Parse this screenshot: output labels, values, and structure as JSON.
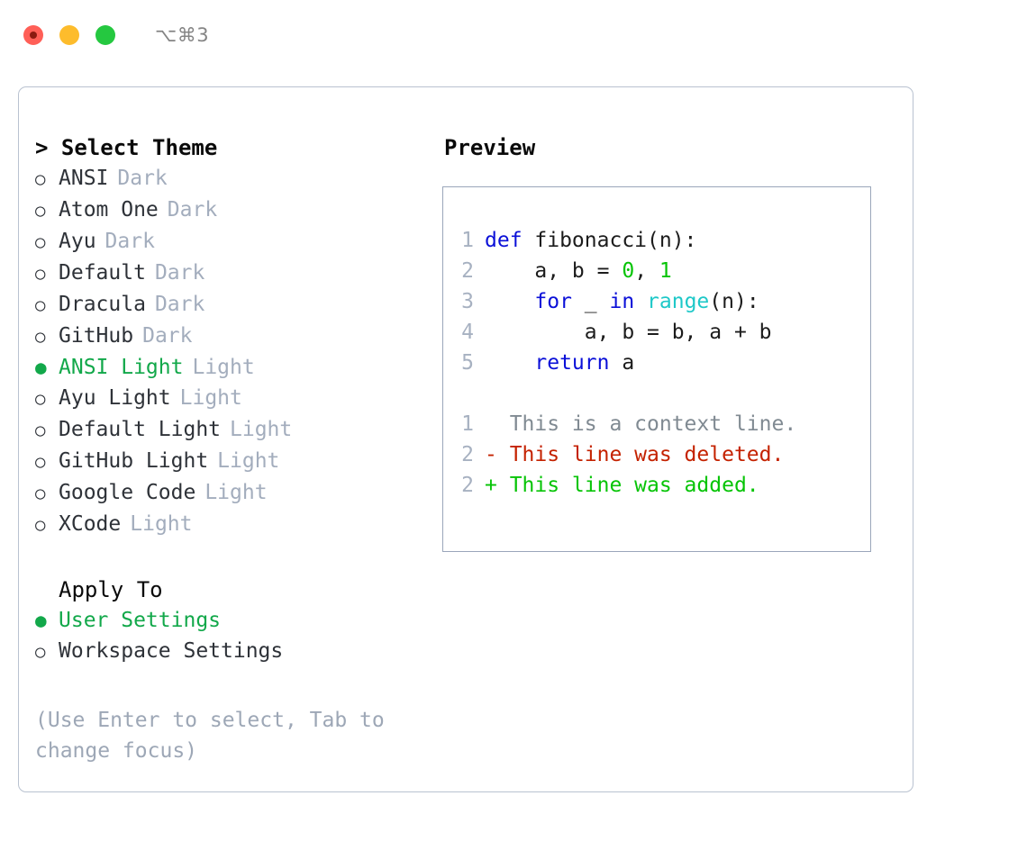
{
  "window": {
    "shortcut": "⌥⌘3",
    "traffic_lights": [
      "close",
      "minimize",
      "maximize"
    ],
    "colors": {
      "close": "#ff5f57",
      "minimize": "#fdbc2c",
      "maximize": "#25c840",
      "panel_border": "#b9c2d0",
      "preview_border": "#9aa6ba",
      "accent_green": "#12a84a",
      "muted": "#a3adbd"
    }
  },
  "theme_list": {
    "heading": "> Select Theme",
    "heading_prefix": ">",
    "heading_label": "Select Theme",
    "bullet_unselected": "○",
    "bullet_selected": "●",
    "items": [
      {
        "label": "ANSI",
        "suffix": "Dark",
        "selected": false
      },
      {
        "label": "Atom One",
        "suffix": "Dark",
        "selected": false
      },
      {
        "label": "Ayu",
        "suffix": "Dark",
        "selected": false
      },
      {
        "label": "Default",
        "suffix": "Dark",
        "selected": false
      },
      {
        "label": "Dracula",
        "suffix": "Dark",
        "selected": false
      },
      {
        "label": "GitHub",
        "suffix": "Dark",
        "selected": false
      },
      {
        "label": "ANSI Light",
        "suffix": "Light",
        "selected": true
      },
      {
        "label": "Ayu Light",
        "suffix": "Light",
        "selected": false
      },
      {
        "label": "Default Light",
        "suffix": "Light",
        "selected": false
      },
      {
        "label": "GitHub Light",
        "suffix": "Light",
        "selected": false
      },
      {
        "label": "Google Code",
        "suffix": "Light",
        "selected": false
      },
      {
        "label": "XCode",
        "suffix": "Light",
        "selected": false
      }
    ]
  },
  "apply_to": {
    "heading": "Apply To",
    "items": [
      {
        "label": "User Settings",
        "suffix": "",
        "selected": true
      },
      {
        "label": "Workspace Settings",
        "suffix": "",
        "selected": false
      }
    ]
  },
  "hint": "(Use Enter to select, Tab to change focus)",
  "preview": {
    "heading": "Preview",
    "code_lines": [
      {
        "lineno": "1",
        "tokens": [
          {
            "text": "def ",
            "type": "kw"
          },
          {
            "text": "fibonacci(n):",
            "type": "id"
          }
        ]
      },
      {
        "lineno": "2",
        "tokens": [
          {
            "text": "    a, b = ",
            "type": "id"
          },
          {
            "text": "0",
            "type": "num"
          },
          {
            "text": ", ",
            "type": "id"
          },
          {
            "text": "1",
            "type": "num"
          }
        ]
      },
      {
        "lineno": "3",
        "tokens": [
          {
            "text": "    ",
            "type": "id"
          },
          {
            "text": "for ",
            "type": "kw"
          },
          {
            "text": "_ ",
            "type": "id"
          },
          {
            "text": "in ",
            "type": "kw"
          },
          {
            "text": "range",
            "type": "fn"
          },
          {
            "text": "(n):",
            "type": "id"
          }
        ]
      },
      {
        "lineno": "4",
        "tokens": [
          {
            "text": "        a, b = b, a + b",
            "type": "id"
          }
        ]
      },
      {
        "lineno": "5",
        "tokens": [
          {
            "text": "    ",
            "type": "id"
          },
          {
            "text": "return ",
            "type": "kw"
          },
          {
            "text": "a",
            "type": "id"
          }
        ]
      }
    ],
    "diff_lines": [
      {
        "lineno": "1",
        "marker": " ",
        "text": "This is a context line.",
        "kind": "context"
      },
      {
        "lineno": "2",
        "marker": "-",
        "text": "This line was deleted.",
        "kind": "del"
      },
      {
        "lineno": "2",
        "marker": "+",
        "text": "This line was added.",
        "kind": "add"
      }
    ]
  }
}
